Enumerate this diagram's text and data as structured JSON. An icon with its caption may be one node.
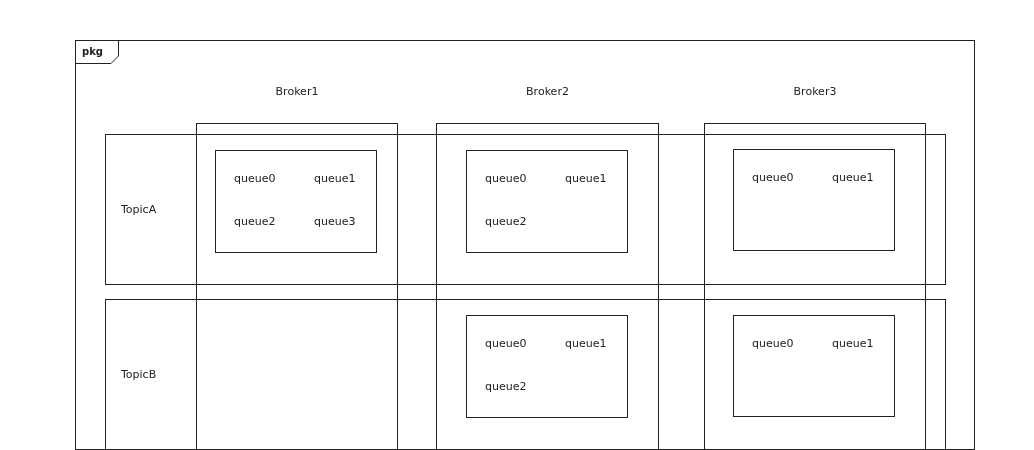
{
  "diagram": {
    "nodes": [
      {
        "text": [
          "pkg"
        ]
      },
      {
        "text": [
          "Broker1"
        ],
        "in": 0
      },
      {
        "text": [
          "Broker2"
        ],
        "in": 0
      },
      {
        "text": [
          "Broker3"
        ],
        "in": 0
      },
      {
        "text": [
          "TopicA"
        ],
        "in": 0
      },
      {
        "text": [
          "TopicB"
        ],
        "in": 0
      },
      {
        "text": [
          "queue0",
          "queue1",
          "queue2",
          "queue3"
        ]
      },
      {
        "text": [
          "queue0",
          "queue1",
          "queue2"
        ]
      },
      {
        "text": [
          "queue0",
          "queue1"
        ]
      },
      {
        "text": [
          "queue0",
          "queue1",
          "queue2"
        ]
      },
      {
        "text": [
          "queue0",
          "queue1"
        ]
      }
    ]
  }
}
